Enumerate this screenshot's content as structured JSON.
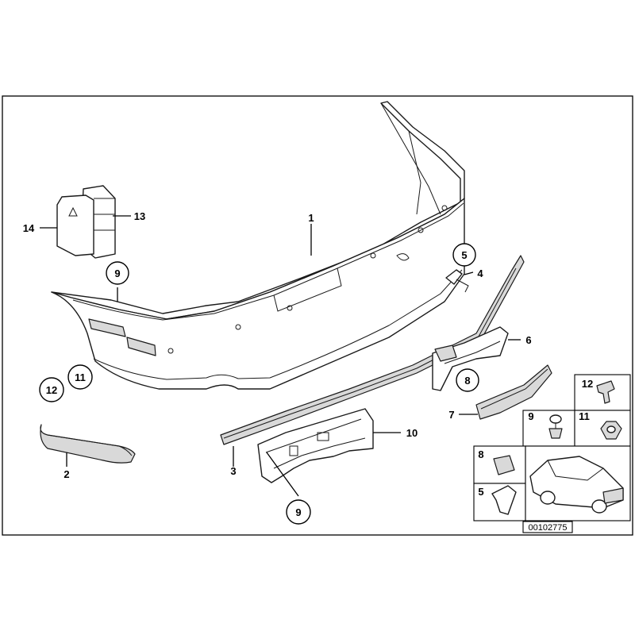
{
  "diagram": {
    "callouts": {
      "c1": "1",
      "c2": "2",
      "c3": "3",
      "c4": "4",
      "c5": "5",
      "c6": "6",
      "c7": "7",
      "c8": "8",
      "c9a": "9",
      "c9b": "9",
      "c10": "10",
      "c11": "11",
      "c12": "12",
      "c13": "13",
      "c14": "14"
    },
    "legend": {
      "k12": "12",
      "k9": "9",
      "k11": "11",
      "k8": "8",
      "k5": "5"
    },
    "reference_number": "00102775"
  }
}
